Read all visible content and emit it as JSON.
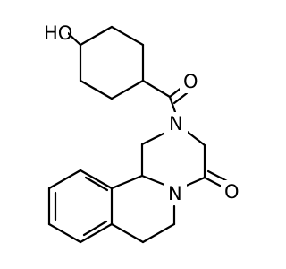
{
  "molecule": {
    "atoms": [
      {
        "id": "hydroxyl",
        "label": "HO"
      },
      {
        "id": "carbonyl-o-amide-side",
        "label": "O"
      },
      {
        "id": "ring-n-upper",
        "label": "N"
      },
      {
        "id": "ring-n-lower",
        "label": "N"
      },
      {
        "id": "carbonyl-o-ring",
        "label": "O"
      }
    ]
  }
}
